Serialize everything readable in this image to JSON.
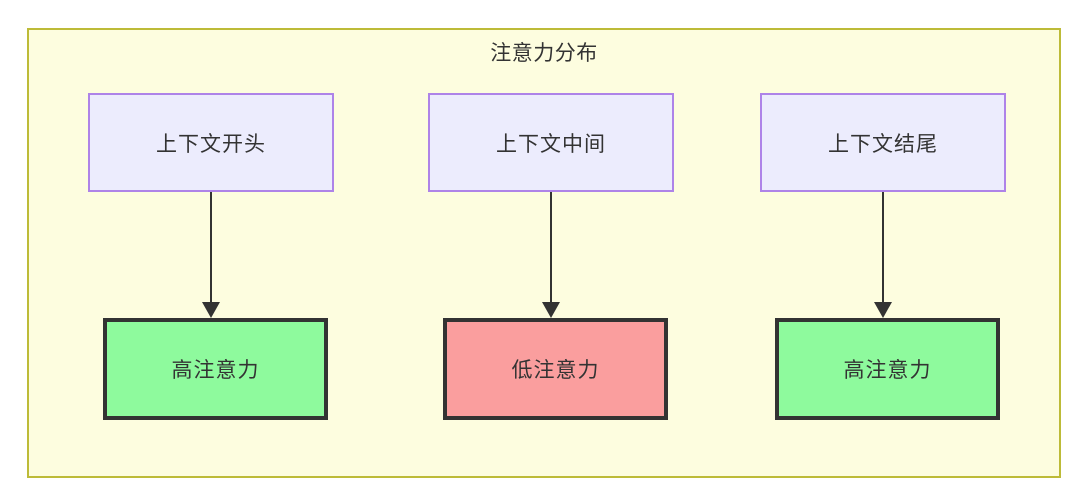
{
  "diagram": {
    "title": "注意力分布",
    "container": {
      "fill": "#fdfddf",
      "stroke": "#bdbb38"
    },
    "palette": {
      "context_fill": "#ececfd",
      "context_stroke": "#ae83e8",
      "high_attention_fill": "#8efa9d",
      "low_attention_fill": "#fa9e9e",
      "node_stroke": "#333333",
      "text": "#333333",
      "edge": "#333333"
    },
    "nodes": {
      "context_start": "上下文开头",
      "context_middle": "上下文中间",
      "context_end": "上下文结尾",
      "attention_start": "高注意力",
      "attention_middle": "低注意力",
      "attention_end": "高注意力"
    },
    "edges": [
      {
        "from": "上下文开头",
        "to": "高注意力"
      },
      {
        "from": "上下文中间",
        "to": "低注意力"
      },
      {
        "from": "上下文结尾",
        "to": "高注意力"
      }
    ]
  }
}
